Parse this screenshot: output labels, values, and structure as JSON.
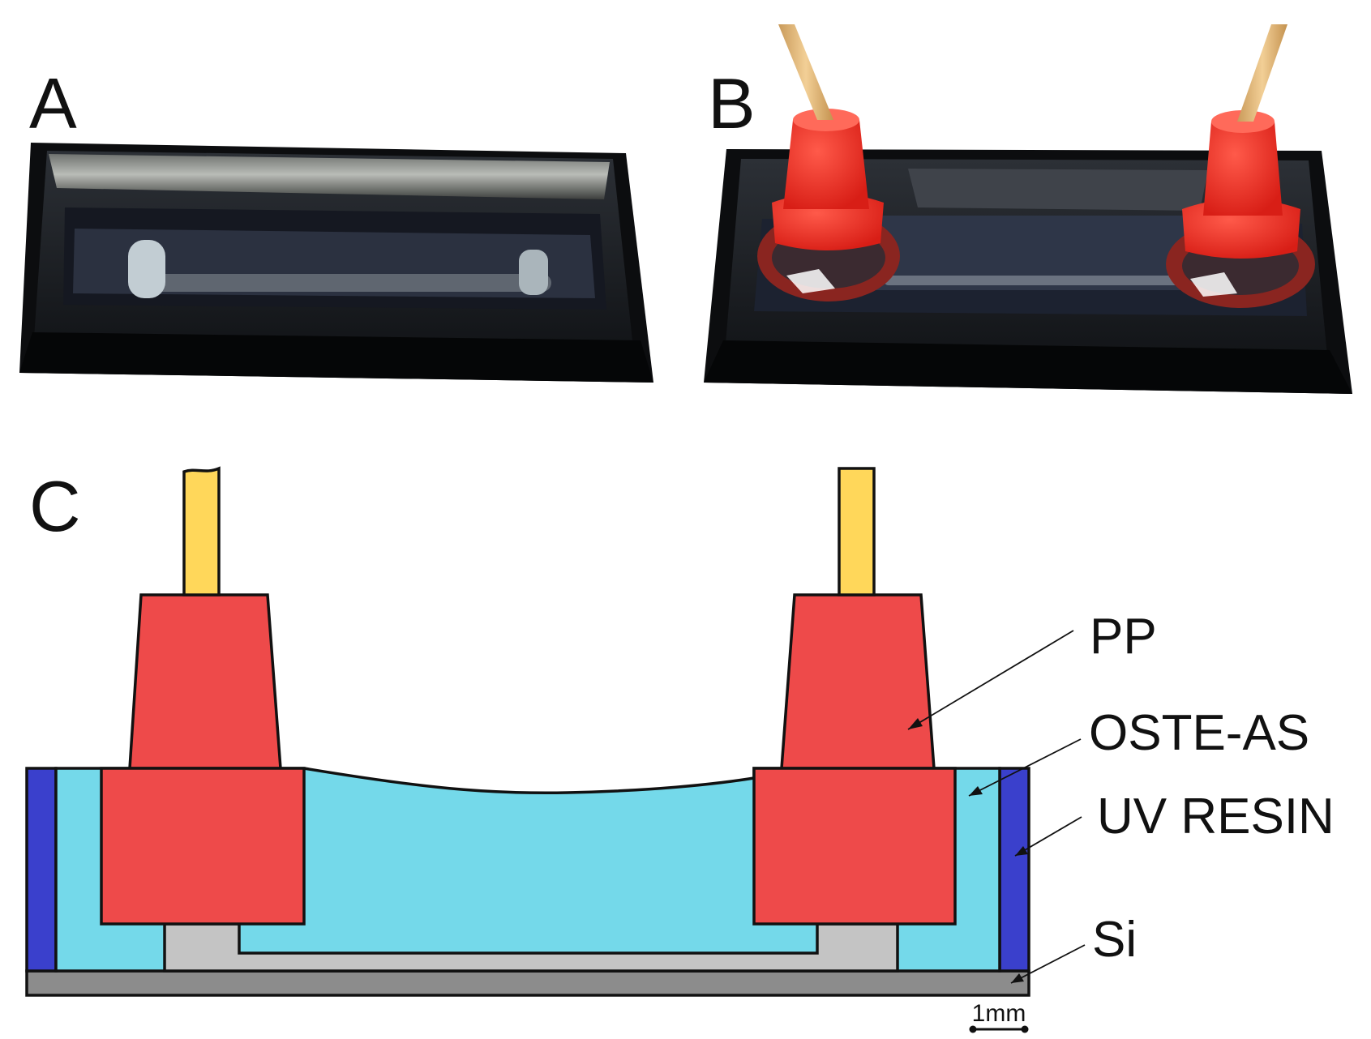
{
  "panels": {
    "a": {
      "letter": "A"
    },
    "b": {
      "letter": "B"
    },
    "c": {
      "letter": "C"
    }
  },
  "labels": {
    "pp": "PP",
    "oste_as": "OSTE-AS",
    "uv_resin": "UV RESIN",
    "si": "Si"
  },
  "scale_bar": {
    "label": "1mm"
  },
  "colors": {
    "pp": "#ee4a4a",
    "oste_as": "#74d9ea",
    "uv_resin": "#3a40cc",
    "si": "#8c8c8c",
    "channel": "#c4c4c4",
    "tubing": "#ffd75a"
  }
}
